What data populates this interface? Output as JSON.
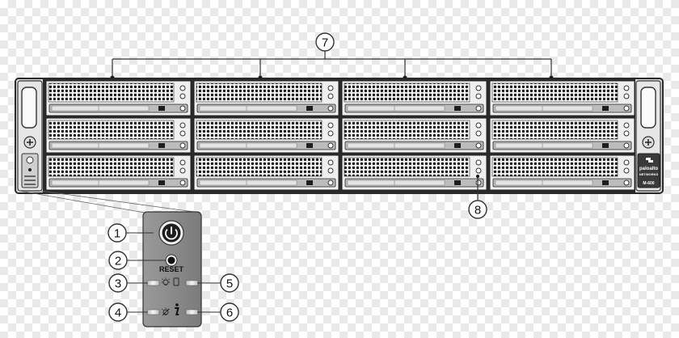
{
  "chassis": {
    "brand_line1": "paloalto",
    "brand_line2": "NETWORKS",
    "model": "M-600"
  },
  "control_panel": {
    "reset_label": "RESET"
  },
  "callouts": [
    {
      "label": "1"
    },
    {
      "label": "2"
    },
    {
      "label": "3"
    },
    {
      "label": "4"
    },
    {
      "label": "5"
    },
    {
      "label": "6"
    },
    {
      "label": "7"
    },
    {
      "label": "8"
    }
  ],
  "drive_grid": {
    "rows": 3,
    "columns": 4
  },
  "icons": [
    "power-icon",
    "reset-button-icon",
    "light-bulb-icon",
    "drive-icon",
    "alarm-icon",
    "info-icon",
    "chassis-logo-icon"
  ],
  "colors": {
    "chassis": "#2a2a2a",
    "drive_face": "#dcdcdc",
    "panel": "#8a8a8a",
    "line": "#333333"
  }
}
